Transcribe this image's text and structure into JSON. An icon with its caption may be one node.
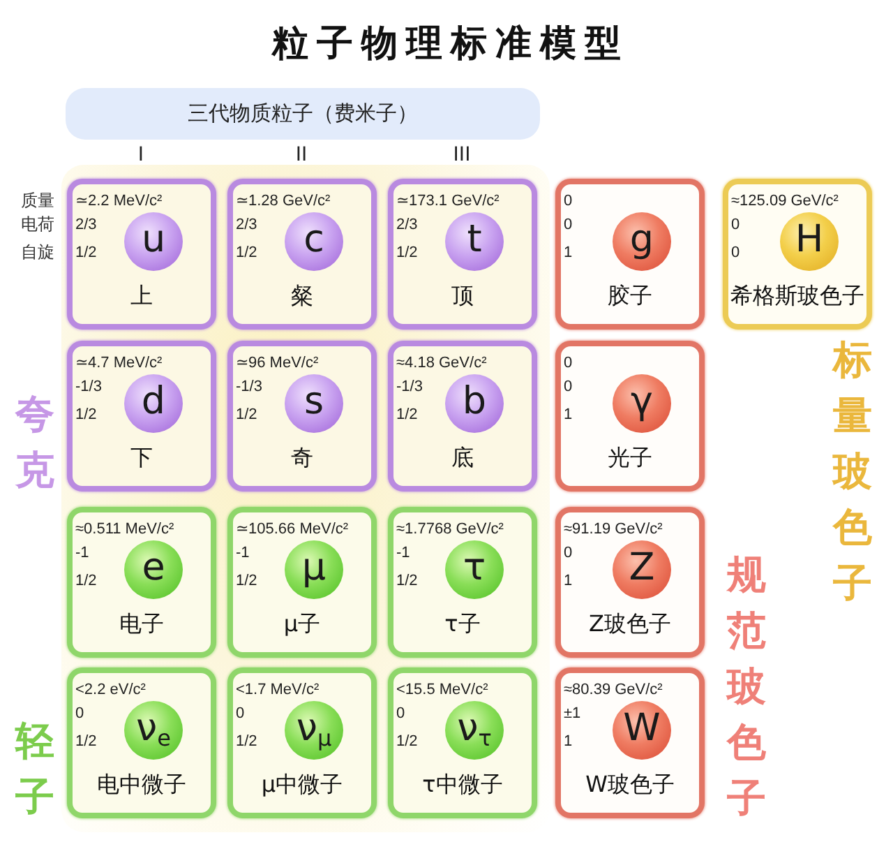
{
  "diagram": {
    "title": "粒子物理标准模型",
    "nodes": [
      {
        "text": [
          "三代物质粒子（费米子）"
        ]
      },
      {
        "text": [
          "≃2.2 MeV/c²",
          "2/3",
          "1/2",
          "上"
        ]
      },
      {
        "text": [
          "u"
        ],
        "in": 1
      },
      {
        "text": [
          "≃1.28 GeV/c²",
          "2/3",
          "1/2",
          "粲"
        ]
      },
      {
        "text": [
          "c"
        ],
        "in": 3
      },
      {
        "text": [
          "≃173.1 GeV/c²",
          "2/3",
          "1/2",
          "顶"
        ]
      },
      {
        "text": [
          "t"
        ],
        "in": 5
      },
      {
        "text": [
          "0",
          "0",
          "1",
          "胶子"
        ]
      },
      {
        "text": [
          "g"
        ],
        "in": 7
      },
      {
        "text": [
          "≈125.09 GeV/c²",
          "0",
          "0",
          "希格斯玻色子"
        ]
      },
      {
        "text": [
          "H"
        ],
        "in": 9
      },
      {
        "text": [
          "≃4.7 MeV/c²",
          "-1/3",
          "1/2",
          "下"
        ]
      },
      {
        "text": [
          "d"
        ],
        "in": 11
      },
      {
        "text": [
          "≃96 MeV/c²",
          "-1/3",
          "1/2",
          "奇"
        ]
      },
      {
        "text": [
          "s"
        ],
        "in": 13
      },
      {
        "text": [
          "≈4.18 GeV/c²",
          "-1/3",
          "1/2",
          "底"
        ]
      },
      {
        "text": [
          "b"
        ],
        "in": 15
      },
      {
        "text": [
          "0",
          "0",
          "1",
          "光子"
        ]
      },
      {
        "text": [
          "γ"
        ],
        "in": 17
      },
      {
        "text": [
          "≈0.511 MeV/c²",
          "-1",
          "1/2",
          "电子"
        ]
      },
      {
        "text": [
          "e"
        ],
        "in": 19
      },
      {
        "text": [
          "≃105.66 MeV/c²",
          "-1",
          "1/2",
          "μ子"
        ]
      },
      {
        "text": [
          "μ"
        ],
        "in": 21
      },
      {
        "text": [
          "≈1.7768 GeV/c²",
          "-1",
          "1/2",
          "τ子"
        ]
      },
      {
        "text": [
          "τ"
        ],
        "in": 23
      },
      {
        "text": [
          "≈91.19 GeV/c²",
          "0",
          "1",
          "Z玻色子"
        ]
      },
      {
        "text": [
          "Z"
        ],
        "in": 25
      },
      {
        "text": [
          "<2.2 eV/c²",
          "0",
          "1/2",
          "电中微子"
        ]
      },
      {
        "text": [
          "ν$_{e}$"
        ],
        "in": 27
      },
      {
        "text": [
          "<1.7 MeV/c²",
          "0",
          "1/2",
          "μ中微子"
        ]
      },
      {
        "text": [
          "ν$_{μ}$"
        ],
        "in": 29
      },
      {
        "text": [
          "<15.5 MeV/c²",
          "0",
          "1/2",
          "τ中微子"
        ]
      },
      {
        "text": [
          "ν$_{τ}$"
        ],
        "in": 31
      },
      {
        "text": [
          "≈80.39 GeV/c²",
          "±1",
          "1",
          "W玻色子"
        ]
      },
      {
        "text": [
          "W"
        ],
        "in": 33
      }
    ],
    "labels": [
      "I",
      "II",
      "III",
      "质量",
      "电荷",
      "自旋",
      "标量玻色子",
      "夸克",
      "规范玻色子",
      "轻子"
    ]
  }
}
